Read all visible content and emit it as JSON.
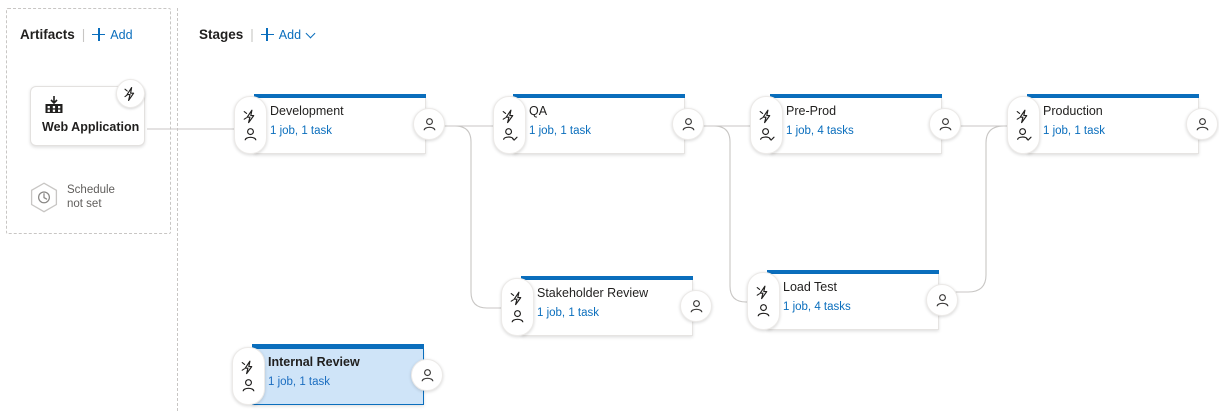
{
  "artifacts": {
    "title": "Artifacts",
    "separator": "|",
    "add_label": "Add",
    "add_icon": "plus-icon",
    "card": {
      "name": "Web Application",
      "icon": "build-artifact-icon",
      "trigger_badge_icon": "lightning-bolt-icon"
    },
    "schedule": {
      "icon": "clock-icon",
      "line1": "Schedule",
      "line2": "not set"
    }
  },
  "stages": {
    "title": "Stages",
    "separator": "|",
    "add_label": "Add",
    "add_icon": "plus-icon",
    "add_chevron_icon": "chevron-down-icon",
    "items": [
      {
        "id": "development",
        "name": "Development",
        "info": "1 job, 1 task",
        "selected": false,
        "pre_icons": [
          "lightning-bolt-icon",
          "person-icon"
        ],
        "post_icon": "person-icon"
      },
      {
        "id": "qa",
        "name": "QA",
        "info": "1 job, 1 task",
        "selected": false,
        "pre_icons": [
          "lightning-bolt-icon",
          "person-check-icon"
        ],
        "post_icon": "person-icon"
      },
      {
        "id": "pre-prod",
        "name": "Pre-Prod",
        "info": "1 job, 4 tasks",
        "selected": false,
        "pre_icons": [
          "lightning-bolt-icon",
          "person-check-icon"
        ],
        "post_icon": "person-icon"
      },
      {
        "id": "production",
        "name": "Production",
        "info": "1 job, 1 task",
        "selected": false,
        "pre_icons": [
          "lightning-bolt-icon",
          "person-check-icon"
        ],
        "post_icon": "person-icon"
      },
      {
        "id": "stakeholder-review",
        "name": "Stakeholder Review",
        "info": "1 job, 1 task",
        "selected": false,
        "pre_icons": [
          "lightning-bolt-icon",
          "person-icon"
        ],
        "post_icon": "person-icon"
      },
      {
        "id": "load-test",
        "name": "Load Test",
        "info": "1 job, 4 tasks",
        "selected": false,
        "pre_icons": [
          "lightning-bolt-icon",
          "person-icon"
        ],
        "post_icon": "person-icon"
      },
      {
        "id": "internal-review",
        "name": "Internal Review",
        "info": "1 job, 1 task",
        "selected": true,
        "pre_icons": [
          "lightning-bolt-icon",
          "person-icon"
        ],
        "post_icon": "person-icon"
      }
    ]
  },
  "colors": {
    "accent_blue": "#0a6ebd",
    "link_blue": "#0a6ebd",
    "selected_fill": "#cfe4f8",
    "connector_grey": "#c8c6c4",
    "panel_border": "#c8c6c4",
    "muted_text": "#605e5c"
  }
}
